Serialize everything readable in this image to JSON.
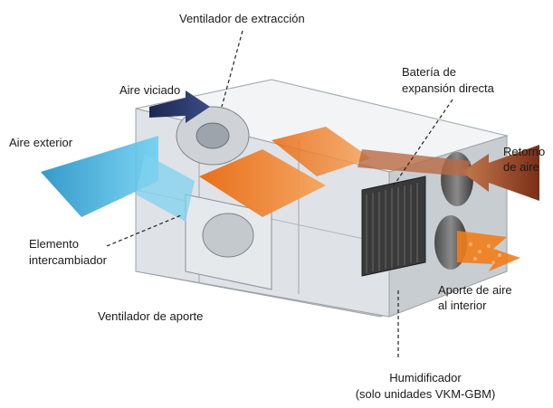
{
  "labels": {
    "ventilador_extraccion": "Ventilador de extracción",
    "aire_viciado": "Aire viciado",
    "bateria_line1": "Batería de",
    "bateria_line2": "expansión directa",
    "aire_exterior": "Aire exterior",
    "retorno_line1": "Retorno",
    "retorno_line2": "de aire",
    "elemento_line1": "Elemento",
    "elemento_line2": "intercambiador",
    "aporte_line1": "Aporte de aire",
    "aporte_line2": "al interior",
    "ventilador_aporte": "Ventilador de aporte",
    "humidificador_line1": "Humidificador",
    "humidificador_line2": "(solo unidades VKM-GBM)"
  },
  "colors": {
    "outdoor_air": "#3aa9d8",
    "stale_air": "#2b3a6b",
    "supply_air": "#f07d1a",
    "return_air": "#a8502a",
    "casing": "#d9dde2"
  }
}
